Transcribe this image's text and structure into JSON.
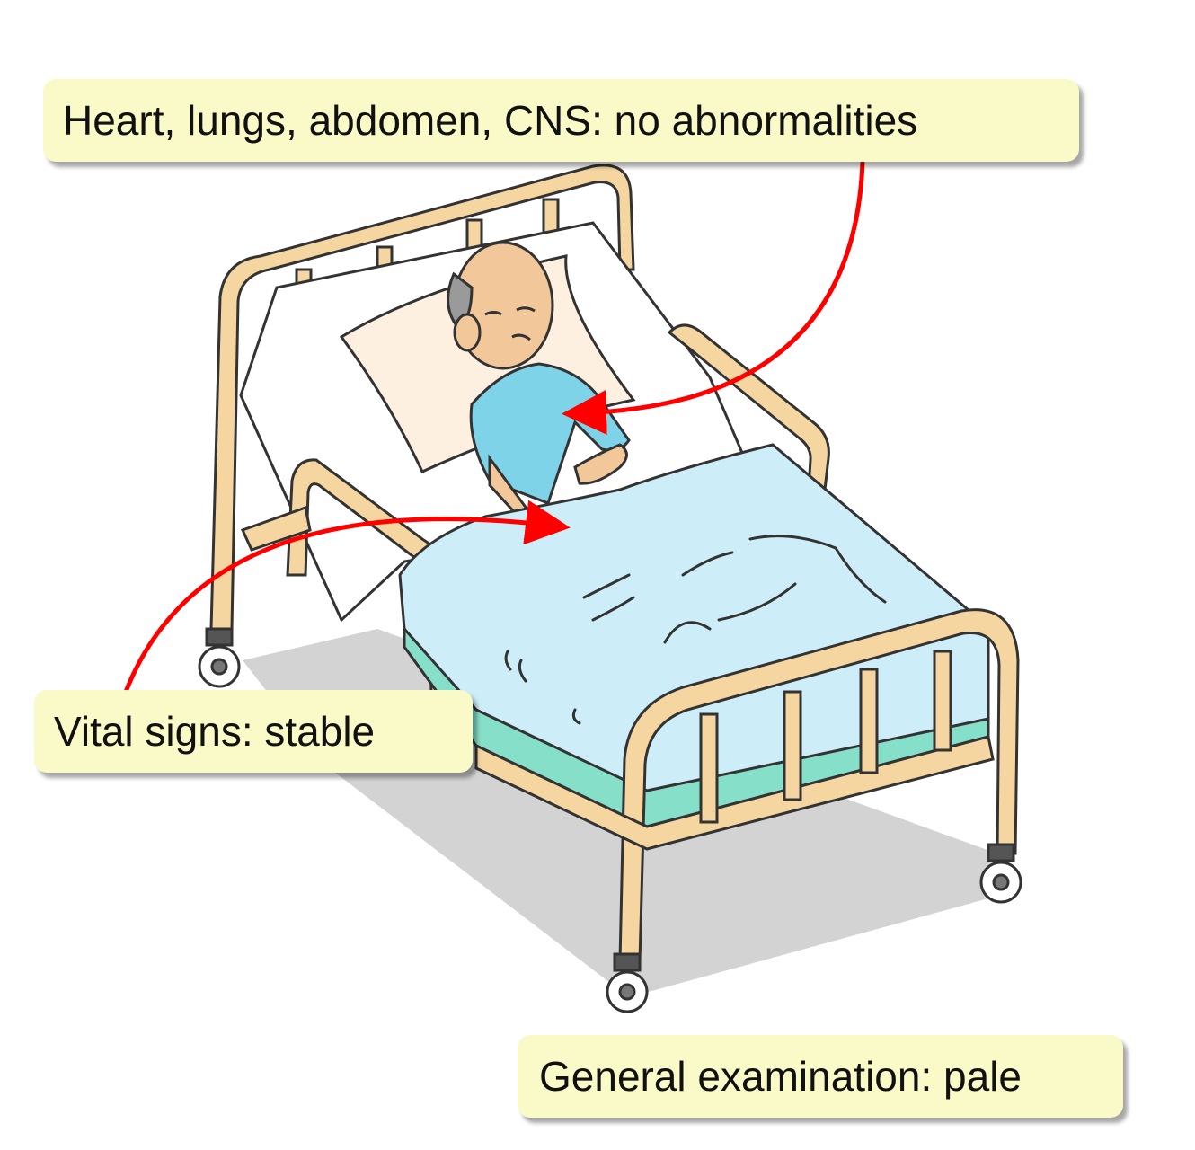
{
  "annotations": {
    "organs": "Heart, lungs, abdomen, CNS: no abnormalities",
    "vitals": "Vital signs: stable",
    "general": "General examination: pale"
  },
  "colors": {
    "callout_fill": "#fafac8",
    "arrow": "#ff0000",
    "bed_frame": "#f5d6a0",
    "blanket": "#cdeef8",
    "gown": "#7fd3e8"
  }
}
